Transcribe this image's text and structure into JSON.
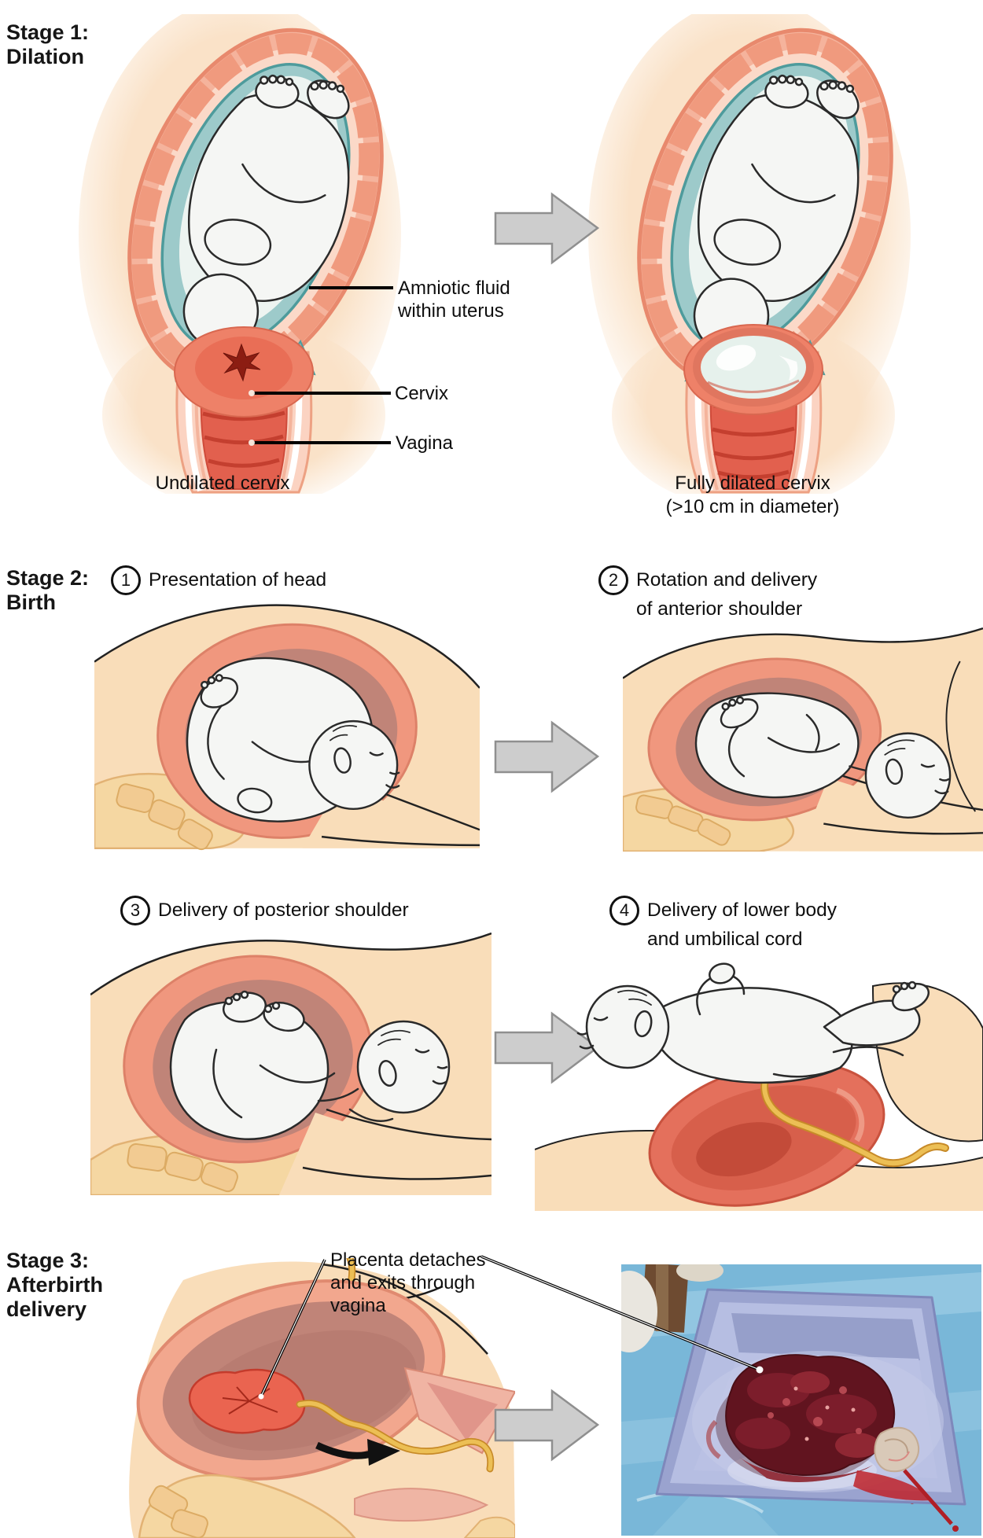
{
  "figure": {
    "description": "Stages of childbirth diagram"
  },
  "stage1": {
    "title_line1": "Stage 1:",
    "title_line2": "Dilation",
    "labels": {
      "amniotic_line1": "Amniotic fluid",
      "amniotic_line2": "within uterus",
      "cervix": "Cervix",
      "vagina": "Vagina"
    },
    "caption_left": "Undilated cervix",
    "caption_right_line1": "Fully dilated cervix",
    "caption_right_line2": "(>10 cm in diameter)"
  },
  "stage2": {
    "title_line1": "Stage 2:",
    "title_line2": "Birth",
    "steps": [
      {
        "number": "1",
        "label_line1": "Presentation of head",
        "label_line2": ""
      },
      {
        "number": "2",
        "label_line1": "Rotation and delivery",
        "label_line2": "of anterior shoulder"
      },
      {
        "number": "3",
        "label_line1": "Delivery of posterior shoulder",
        "label_line2": ""
      },
      {
        "number": "4",
        "label_line1": "Delivery of lower body",
        "label_line2": "and umbilical cord"
      }
    ]
  },
  "stage3": {
    "title_line1": "Stage 3:",
    "title_line2": "Afterbirth",
    "title_line3": "delivery",
    "label_line1": "Placenta detaches",
    "label_line2": "and exits through",
    "label_line3": "vagina"
  },
  "colors": {
    "skin": "#f9ddb9",
    "bone": "#f5d7a2",
    "bone_stroke": "#e2b274",
    "uterus": "#f0977e",
    "uterus_stroke": "#dd8168",
    "uterus_inner": "#c08478",
    "fetus": "#f5f6f4",
    "cord": "#ecbf55",
    "cord_stroke": "#c78a28",
    "arrow_fill": "#cdcdcd",
    "arrow_stroke": "#8f8f8f",
    "teal": "#9dcaca",
    "teal_stroke": "#4e9b9c",
    "interior_red": "#e2604e",
    "placenta_drawing": "#ea6450",
    "photo_drape": "#79b7d8",
    "photo_tray": "#aab4da",
    "photo_placenta": "#61141f",
    "leader": "#000000"
  }
}
